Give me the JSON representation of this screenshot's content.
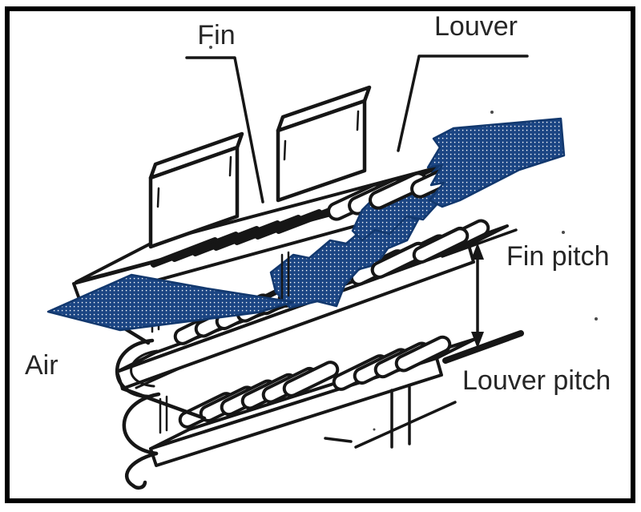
{
  "diagram": {
    "subject": "louvered-fin-heat-exchanger",
    "labels": {
      "fin": "Fin",
      "louver": "Louver",
      "air": "Air",
      "fin_pitch": "Fin pitch",
      "louver_pitch": "Louver pitch"
    },
    "colors": {
      "flow_fill": "#1b4583",
      "flow_dots": "#ffffff",
      "line": "#161616",
      "text": "#262626",
      "frame": "#000000",
      "background": "#ffffff"
    },
    "icons": {
      "airflow_arrow": "dotted ribbon arrow showing air path",
      "fin_pitch_arrow": "vertical double-headed arrow",
      "louver_pitch_marks": "paired vertical dimension lines"
    }
  }
}
